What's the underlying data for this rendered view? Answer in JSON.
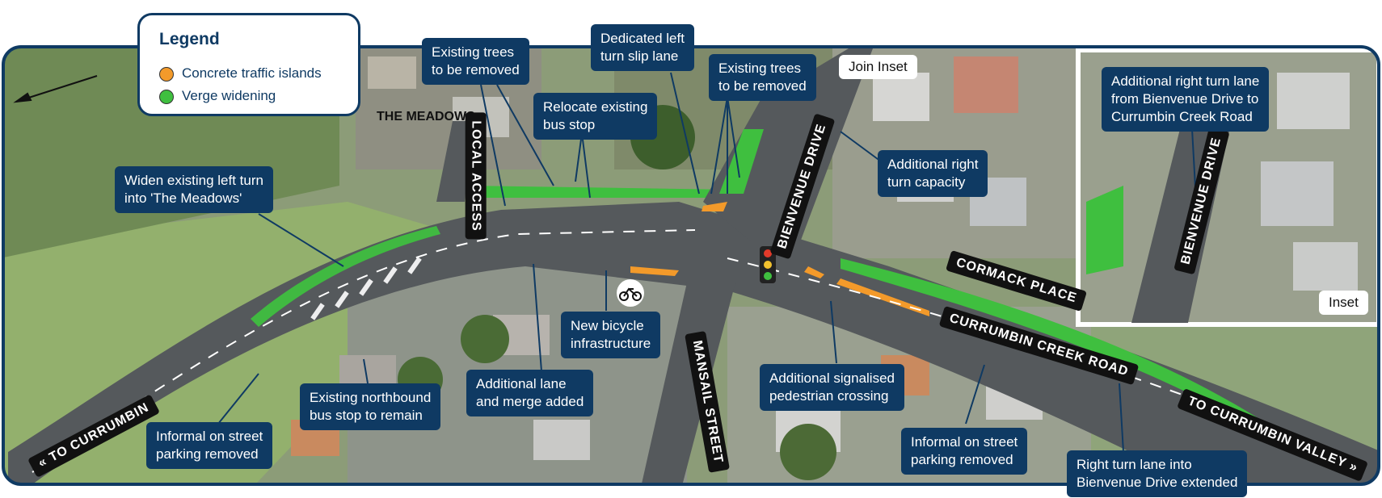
{
  "legend": {
    "title": "Legend",
    "items": [
      {
        "label": "Concrete traffic islands",
        "color": "#f39a2a"
      },
      {
        "label": "Verge widening",
        "color": "#3fbf3f"
      }
    ]
  },
  "place_label": "THE MEADOWS",
  "inset_labels": {
    "join": "Join Inset",
    "inset": "Inset"
  },
  "roads": {
    "local_access": "LOCAL ACCESS",
    "bienvenue_drive": "BIENVENUE DRIVE",
    "bienvenue_drive_inset": "BIENVENUE DRIVE",
    "cormack_place": "CORMACK PLACE",
    "currumbin_creek_road": "CURRUMBIN CREEK ROAD",
    "mansail_street": "MANSAIL STREET",
    "to_currumbin": "« TO CURRUMBIN",
    "to_currumbin_valley": "TO CURRUMBIN VALLEY »"
  },
  "callouts": {
    "trees_removed_left": "Existing trees\nto be removed",
    "dedicated_slip_lane": "Dedicated left\nturn slip lane",
    "trees_removed_right": "Existing trees\nto be removed",
    "relocate_bus_stop": "Relocate existing\nbus stop",
    "widen_left_turn": "Widen existing left turn\ninto 'The Meadows'",
    "right_turn_capacity": "Additional right\nturn capacity",
    "inset_right_turn": "Additional right turn lane\nfrom Bienvenue Drive to\nCurrumbin Creek Road",
    "bicycle": "New bicycle\ninfrastructure",
    "lane_merge": "Additional lane\nand merge added",
    "northbound_bus": "Existing northbound\nbus stop to remain",
    "parking_removed_left": "Informal on street\nparking removed",
    "signalised_crossing": "Additional signalised\npedestrian crossing",
    "parking_removed_right": "Informal on street\nparking removed",
    "right_turn_extended": "Right turn lane into\nBienvenue Drive extended"
  },
  "colors": {
    "callout_bg": "#0f3a63",
    "road": "#55595c",
    "grass": "#8aa76a",
    "verge": "#3fbf3f",
    "island": "#f39a2a"
  }
}
